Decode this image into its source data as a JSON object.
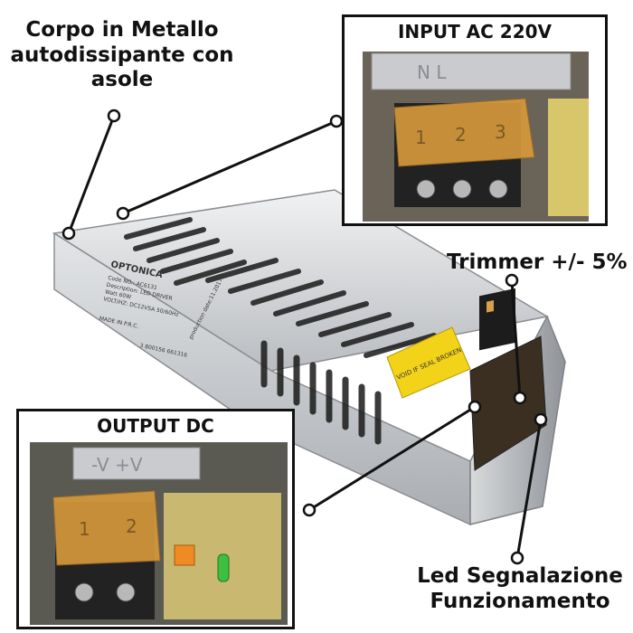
{
  "labels": {
    "body": "Corpo in Metallo autodissipante con asole",
    "input": "INPUT AC 220V",
    "trimmer": "Trimmer +/- 5%",
    "output": "OUTPUT DC",
    "led": "Led Segnalazione Funzionamento"
  },
  "device_label": {
    "brand": "OPTONICA",
    "code": "Code NO.: AC6131",
    "description": "Description: LED DRIVER",
    "watt": "Watt 60W",
    "volt": "VOLT/HZ: DC12V5A  50/60Hz",
    "made_in": "MADE IN P.R.C.",
    "barcode": "3 800156 661316",
    "production": "production date:11.2017M",
    "seal": "VOID IF SEAL BROKEN"
  },
  "input_terminals": [
    "1",
    "2",
    "3"
  ],
  "input_markings": "N L",
  "output_terminals": [
    "1",
    "2"
  ],
  "output_markings": "-V +V",
  "colors": {
    "text": "#111111",
    "metal": "#c9cbce",
    "terminal_cover": "#d89a3b",
    "seal": "#f3d21a",
    "led": "#3fbf3f",
    "trimmer": "#f08a24"
  }
}
